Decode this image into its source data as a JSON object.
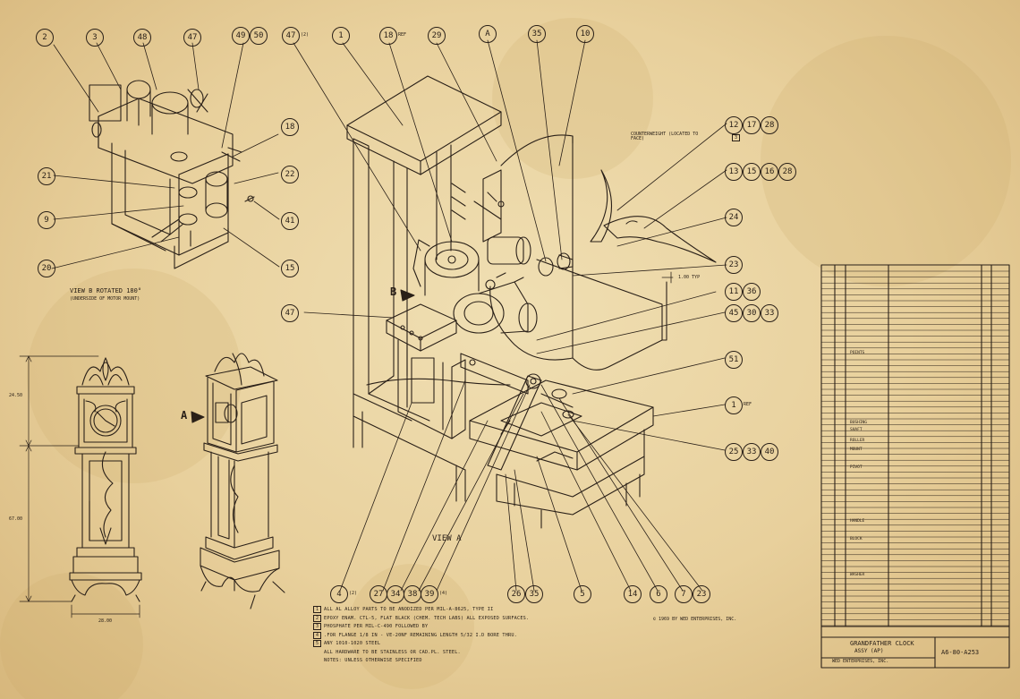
{
  "bubbles": [
    {
      "id": "b-2",
      "label": "2"
    },
    {
      "id": "b-3",
      "label": "3"
    },
    {
      "id": "b-48",
      "label": "48"
    },
    {
      "id": "b-47a",
      "label": "47"
    },
    {
      "id": "b-49",
      "label": "49"
    },
    {
      "id": "b-50",
      "label": "50"
    },
    {
      "id": "b-47b",
      "label": "47",
      "suffix": "(2)"
    },
    {
      "id": "b-1a",
      "label": "1"
    },
    {
      "id": "b-18",
      "label": "18",
      "suffix": "REF"
    },
    {
      "id": "b-29",
      "label": "29"
    },
    {
      "id": "b-A",
      "label": "A"
    },
    {
      "id": "b-35",
      "label": "35"
    },
    {
      "id": "b-10",
      "label": "10"
    },
    {
      "id": "b-12",
      "label": "12"
    },
    {
      "id": "b-17",
      "label": "17"
    },
    {
      "id": "b-28a",
      "label": "28"
    },
    {
      "id": "b-13",
      "label": "13"
    },
    {
      "id": "b-15",
      "label": "15"
    },
    {
      "id": "b-16",
      "label": "16"
    },
    {
      "id": "b-28b",
      "label": "28"
    },
    {
      "id": "b-24",
      "label": "24"
    },
    {
      "id": "b-23",
      "label": "23"
    },
    {
      "id": "b-11",
      "label": "11"
    },
    {
      "id": "b-36",
      "label": "36"
    },
    {
      "id": "b-45",
      "label": "45"
    },
    {
      "id": "b-30",
      "label": "30"
    },
    {
      "id": "b-33a",
      "label": "33"
    },
    {
      "id": "b-51",
      "label": "51"
    },
    {
      "id": "b-1b",
      "label": "1",
      "suffix": "REF"
    },
    {
      "id": "b-25",
      "label": "25"
    },
    {
      "id": "b-33b",
      "label": "33"
    },
    {
      "id": "b-40",
      "label": "40"
    },
    {
      "id": "b-18b",
      "label": "18"
    },
    {
      "id": "b-22",
      "label": "22"
    },
    {
      "id": "b-41",
      "label": "41"
    },
    {
      "id": "b-15b",
      "label": "15"
    },
    {
      "id": "b-21",
      "label": "21"
    },
    {
      "id": "b-9",
      "label": "9"
    },
    {
      "id": "b-20",
      "label": "20"
    },
    {
      "id": "b-47c",
      "label": "47"
    },
    {
      "id": "b-4",
      "label": "4",
      "suffix": "(2)"
    },
    {
      "id": "b-27",
      "label": "27"
    },
    {
      "id": "b-34",
      "label": "34"
    },
    {
      "id": "b-38",
      "label": "38"
    },
    {
      "id": "b-39",
      "label": "39",
      "suffix": "(4)"
    },
    {
      "id": "b-26",
      "label": "26"
    },
    {
      "id": "b-35b",
      "label": "35"
    },
    {
      "id": "b-5",
      "label": "5"
    },
    {
      "id": "b-14",
      "label": "14"
    },
    {
      "id": "b-6",
      "label": "6"
    },
    {
      "id": "b-7",
      "label": "7"
    },
    {
      "id": "b-23b",
      "label": "23"
    }
  ],
  "labels": {
    "view_b_title": "VIEW B ROTATED 180°",
    "view_b_sub": "(UNDERSIDE OF MOTOR MOUNT)",
    "view_a": "VIEW A",
    "marker_b": "B",
    "marker_a": "A",
    "counterweight": "COUNTERWEIGHT (LOCATED TO FACE)",
    "typ": "1.00 TYP",
    "copyright": "© 1969 BY WED ENTERPRISES, INC.",
    "dim_top": "24.50",
    "dim_bottom": "67.00",
    "dim_width": "28.00",
    "flag_3": "3"
  },
  "notes": [
    {
      "n": "1",
      "text": "ALL AL ALLOY PARTS TO BE ANODIZED PER MIL-A-8625, TYPE II"
    },
    {
      "n": "2",
      "text": "EPOXY ENAM. CTL-5, FLAT BLACK (CHEM. TECH LABS) ALL EXPOSED SURFACES."
    },
    {
      "n": "3",
      "text": "PHOSPHATE PER MIL-C-490 FOLLOWED BY"
    },
    {
      "n": "4",
      "text": ".FOR FLANGE 1/8 IN - VE-20NF REMAINING LENGTH 5/32 I.D BORE THRU."
    },
    {
      "n": "5",
      "text": "ANY 1010-1020 STEEL"
    },
    {
      "n": "",
      "text": "ALL HARDWARE TO BE STAINLESS OR CAD.PL. STEEL."
    },
    {
      "n": "",
      "text": "NOTES: UNLESS OTHERWISE SPECIFIED"
    }
  ],
  "title_block": {
    "title": "GRANDFATHER CLOCK",
    "subtitle": "ASSY (AP)",
    "company": "WED ENTERPRISES, INC.",
    "drawing_no": "A6-80-A253"
  },
  "bom_items": [
    "POINTS",
    "BUSHING",
    "SHAFT",
    "ROLLER",
    "MOUNT",
    "PIVOT",
    "HANDLE",
    "BLOCK",
    "WASHER"
  ]
}
